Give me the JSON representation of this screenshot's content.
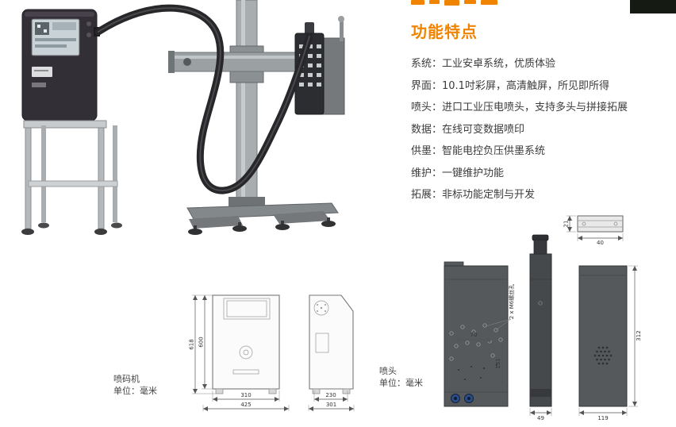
{
  "features": {
    "title": "功能特点",
    "items": [
      "系统：工业安卓系统，优质体验",
      "界面：10.1吋彩屏，高清触屏，所见即所得",
      "喷头：进口工业压电喷头，支持多头与拼接拓展",
      "数据：在线可变数据喷印",
      "供墨：智能电控负压供墨系统",
      "维护：一键维护功能",
      "拓展：非标功能定制与开发"
    ]
  },
  "printer_drawing": {
    "label": "喷码机",
    "unit": "单位：毫米",
    "dims": {
      "h_outer": "618",
      "h_body": "600",
      "w_body": "310",
      "w_outer": "425",
      "side_w_body": "230",
      "side_w_outer": "301"
    }
  },
  "printhead_drawing": {
    "label": "喷头",
    "unit": "单位：毫米",
    "screw_note": "2 x M6螺丝孔",
    "dims": {
      "top_h": "21",
      "top_w": "40",
      "front_offset": "70",
      "front_h": "131",
      "side_w": "49",
      "back_w": "119",
      "back_h": "312"
    }
  },
  "colors": {
    "accent": "#f08300",
    "corner_bar": "#151a13",
    "head_body": "#55595b"
  }
}
